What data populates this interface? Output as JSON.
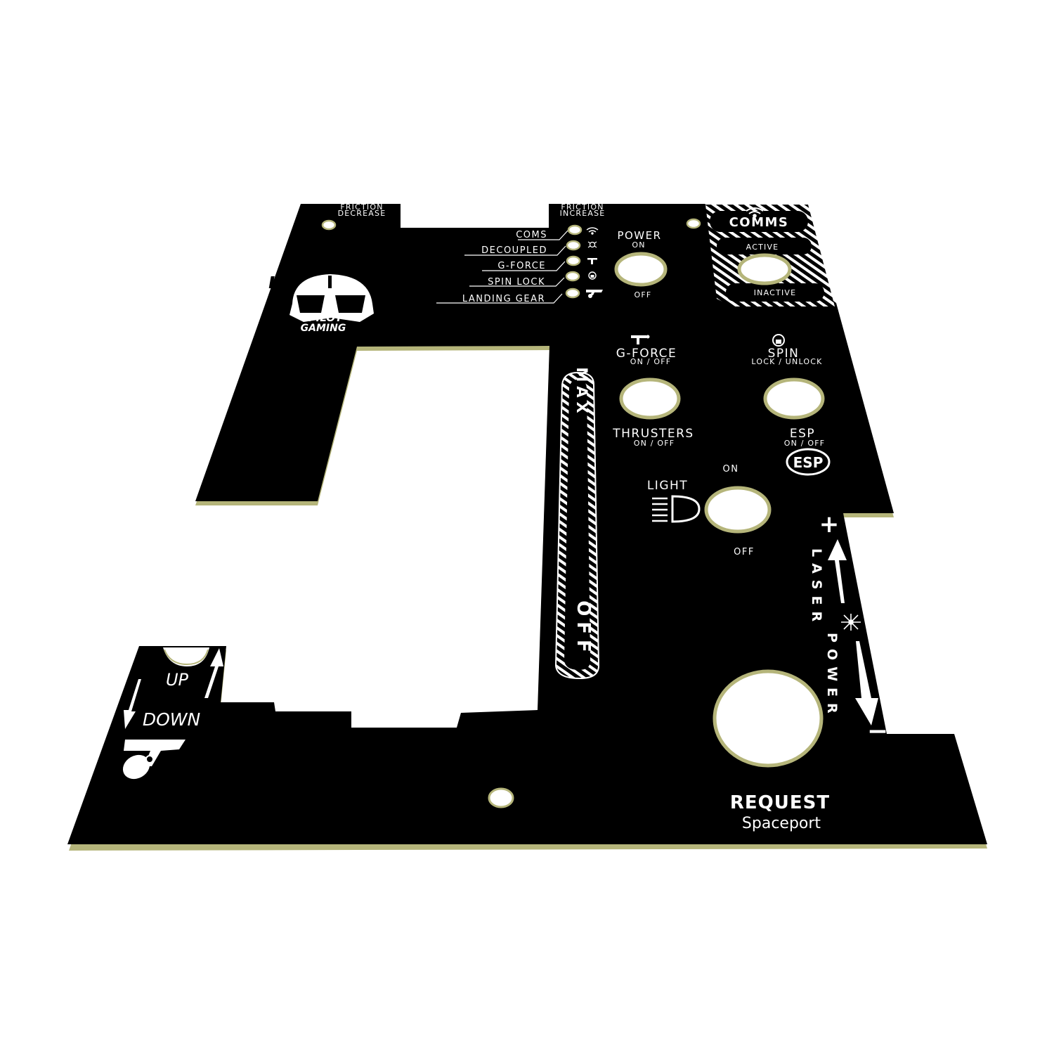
{
  "colors": {
    "panel": "#000000",
    "edge": "#b5b57a",
    "print": "#ffffff",
    "background": "#ffffff"
  },
  "labels": {
    "friction_decrease": [
      "FRICTION",
      "DECREASE"
    ],
    "friction_increase": [
      "FRICTION",
      "INCREASE"
    ],
    "indicators": [
      "COMS",
      "DECOUPLED",
      "G-FORCE",
      "SPIN LOCK",
      "LANDING GEAR"
    ],
    "power": {
      "title": "POWER",
      "on": "ON",
      "off": "OFF"
    },
    "comms": {
      "title": "COMMS",
      "active": "ACTIVE",
      "inactive": "INACTIVE"
    },
    "logo": [
      "PILOT",
      "GAMING"
    ],
    "gforce": {
      "title": "G-FORCE",
      "sub": "ON / OFF"
    },
    "spin": {
      "title": "SPIN",
      "sub": "LOCK / UNLOCK"
    },
    "thrusters": {
      "title": "THRUSTERS",
      "sub": "ON / OFF"
    },
    "esp": {
      "title": "ESP",
      "sub": "ON / OFF",
      "badge": "ESP"
    },
    "light": {
      "title": "LIGHT",
      "on": "ON",
      "off": "OFF"
    },
    "throttle": {
      "max": "MAX",
      "off": "OFF"
    },
    "laser": {
      "plus": "+",
      "minus": "−",
      "word1": "LASER",
      "word2": "POWER"
    },
    "gear": {
      "up": "UP",
      "down": "DOWN"
    },
    "request": {
      "line1": "REQUEST",
      "line2": "Spaceport"
    }
  }
}
